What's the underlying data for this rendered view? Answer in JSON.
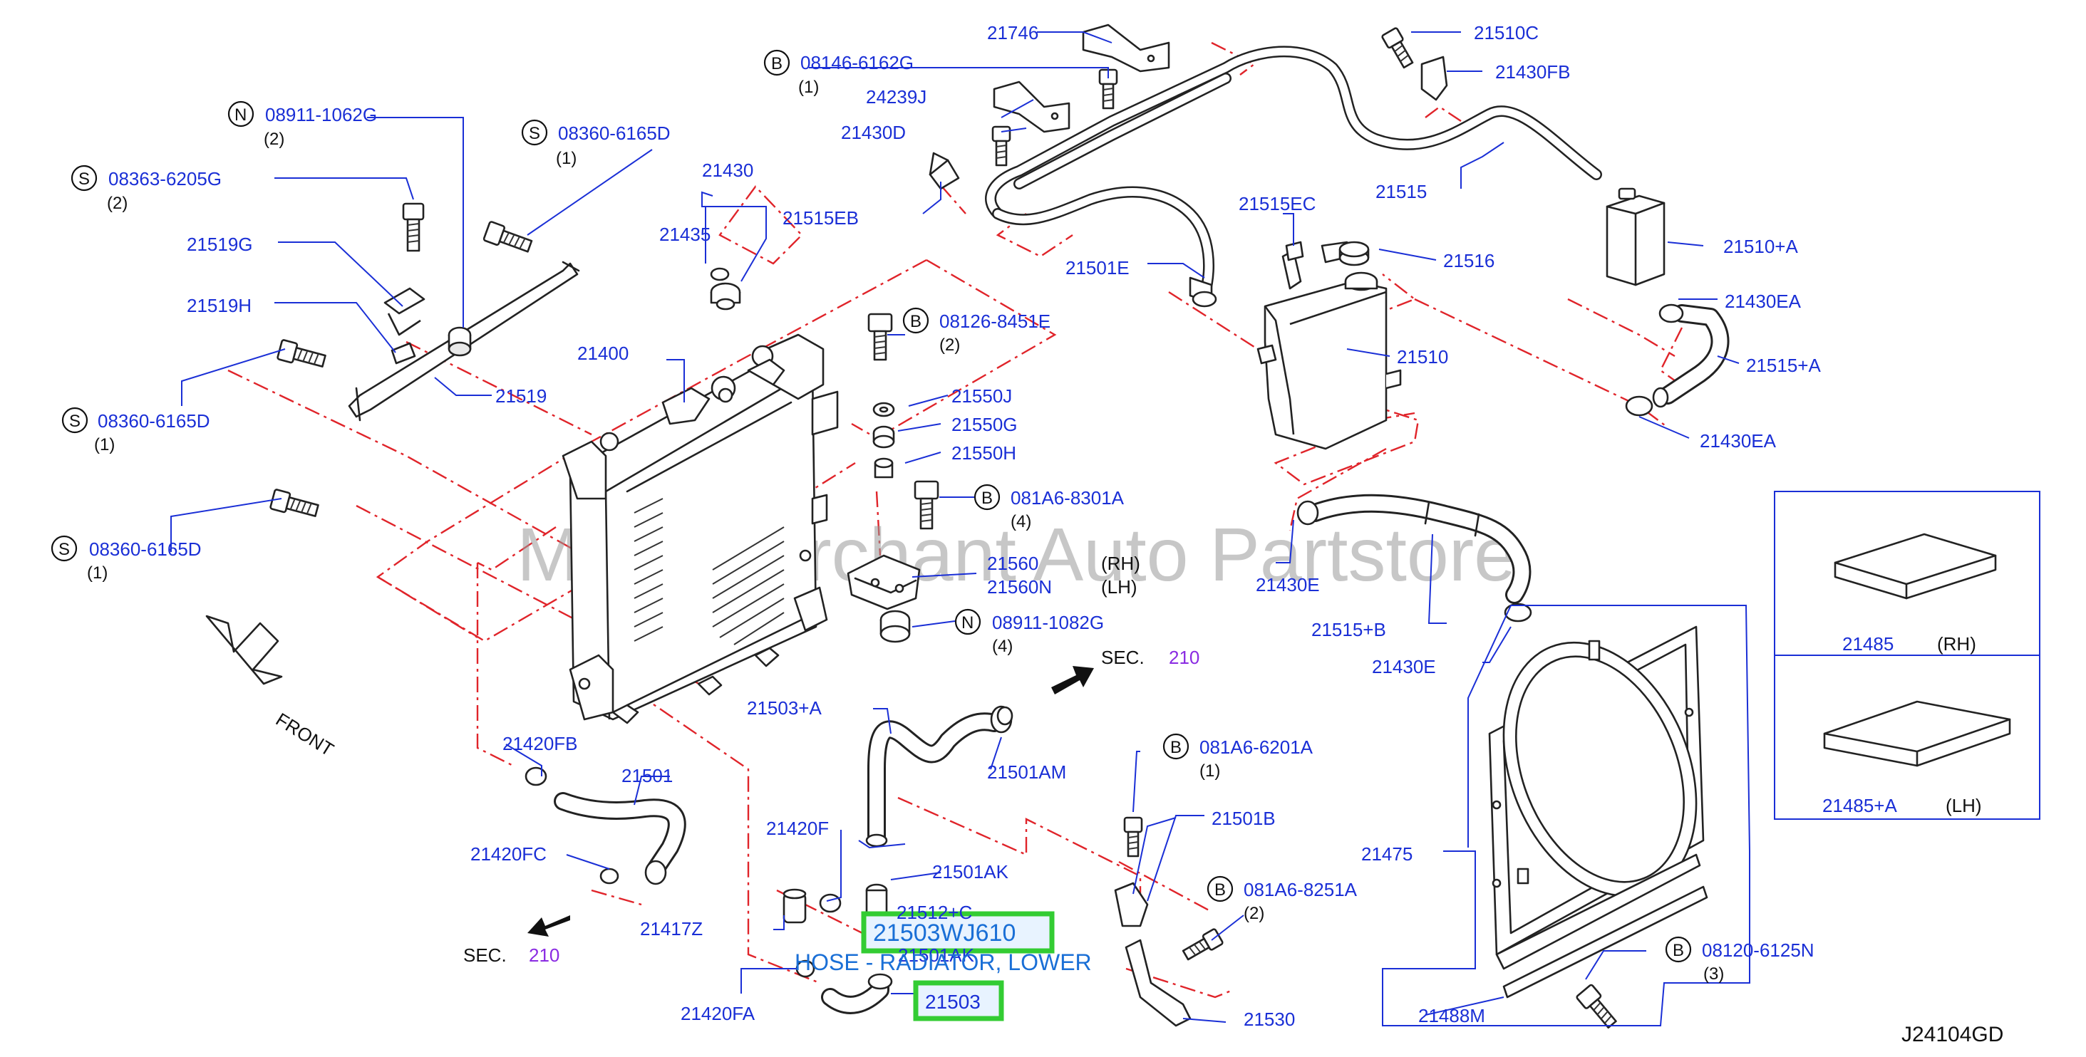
{
  "diagram_code": "J24104GD",
  "watermark": "Multi-Merchant Auto Partstore",
  "front_label": "FRONT",
  "highlight": {
    "part_number": "21503WJ610",
    "description": "HOSE - RADIATOR, LOWER",
    "callout": "21503"
  },
  "sections": [
    {
      "label": "SEC.",
      "number": "210"
    },
    {
      "label": "SEC.",
      "number": "210"
    }
  ],
  "labels": {
    "p21746": "21746",
    "p24239J": "24239J",
    "p21430D": "21430D",
    "p21515EB": "21515EB",
    "p21430": "21430",
    "p21435": "21435",
    "p21519G": "21519G",
    "p21519H": "21519H",
    "p21519": "21519",
    "p21400": "21400",
    "p21550J": "21550J",
    "p21550G": "21550G",
    "p21550H": "21550H",
    "p21560": "21560",
    "p21560N": "21560N",
    "rh": "(RH)",
    "lh": "(LH)",
    "p21510C": "21510C",
    "p21430FB": "21430FB",
    "p21515": "21515",
    "p21510A": "21510+A",
    "p21515EC": "21515EC",
    "p21516": "21516",
    "p21501E": "21501E",
    "p21510": "21510",
    "p21430EA1": "21430EA",
    "p21515A": "21515+A",
    "p21430EA2": "21430EA",
    "p21430E1": "21430E",
    "p21515B": "21515+B",
    "p21430E2": "21430E",
    "p21485": "21485",
    "p21485rh": "(RH)",
    "p21485A": "21485+A",
    "p21485lh": "(LH)",
    "p21420FB": "21420FB",
    "p21501": "21501",
    "p21420FC": "21420FC",
    "p21417Z": "21417Z",
    "p21503A": "21503+A",
    "p21501AM": "21501AM",
    "p21420F": "21420F",
    "p21501AK1": "21501AK",
    "p21512C": "21512+C",
    "p21501AK2": "21501AK",
    "p21420FA": "21420FA",
    "p21501B": "21501B",
    "p21475": "21475",
    "p21488M": "21488M",
    "p21530": "21530"
  },
  "bolts": [
    {
      "prefix": "B",
      "number": "08146-6162G",
      "qty": "(1)"
    },
    {
      "prefix": "N",
      "number": "08911-1062G",
      "qty": "(2)"
    },
    {
      "prefix": "S",
      "number": "08360-6165D",
      "qty": "(1)"
    },
    {
      "prefix": "S",
      "number": "08363-6205G",
      "qty": "(2)"
    },
    {
      "prefix": "S",
      "number": "08360-6165D",
      "qty": "(1)"
    },
    {
      "prefix": "S",
      "number": "08360-6165D",
      "qty": "(1)"
    },
    {
      "prefix": "B",
      "number": "08126-8451E",
      "qty": "(2)"
    },
    {
      "prefix": "B",
      "number": "081A6-8301A",
      "qty": "(4)"
    },
    {
      "prefix": "N",
      "number": "08911-1082G",
      "qty": "(4)"
    },
    {
      "prefix": "B",
      "number": "081A6-6201A",
      "qty": "(1)"
    },
    {
      "prefix": "B",
      "number": "081A6-8251A",
      "qty": "(2)"
    },
    {
      "prefix": "B",
      "number": "08120-6125N",
      "qty": "(3)"
    }
  ]
}
